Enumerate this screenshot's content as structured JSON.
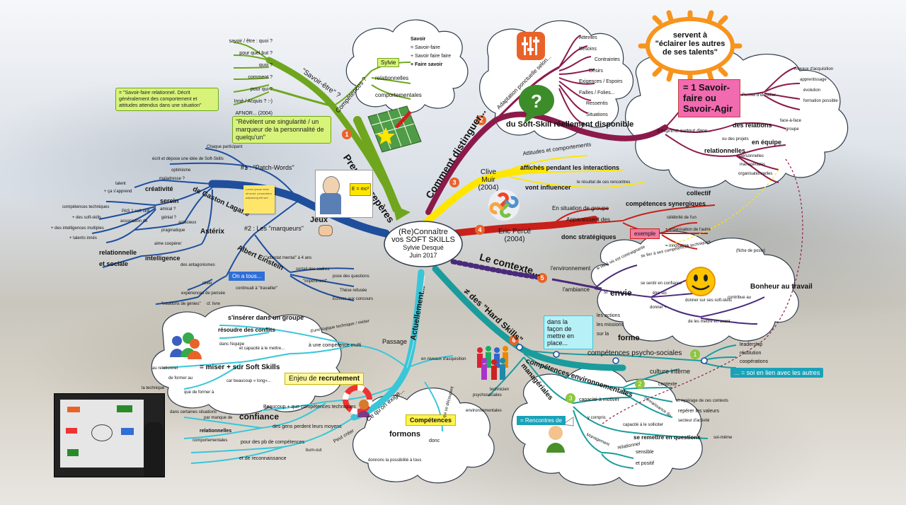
{
  "center": {
    "line1": "(Re)Connaître",
    "line2": "vos SOFT SKILLS",
    "author": "Sylvie Desqué",
    "date": "Juin 2017"
  },
  "callouts": {
    "sun": "servent à\n\"éclairer les autres\nde ses talents\"",
    "savoir_faire": "= 1 Savoir-\nfaire ou\nSavoir-Agir",
    "definition": "= \"Savoir-faire relationnel. Décrit généralement des comportement et attitudes attendus dans une situation\"",
    "revelent": "\"Révèlent une singularité / un marqueur de la personnalité de quelqu'un\"",
    "facon": "dans la\nfaçon de\nmettre en\nplace...",
    "soi_lien": "... = soi en lien avec les autres",
    "recrutement_pre": "Enjeu de",
    "recrutement": "recrutement",
    "competences": "Compétences",
    "on_a_tous": "On a tous...",
    "exemple": "exemple",
    "rencontres": "= Rencontres de",
    "sylvie": "Sylvie",
    "miser": "= miser + sur Soft Skills"
  },
  "branches": {
    "premiers_reperes": "Premiers repères",
    "comment_distinguer": "Comment distinguer...",
    "contexte": "Le contexte...",
    "hard_skills": "≠ des \"Hard Skills\"",
    "actuellement": "Actuellement...",
    "jeux": "Jeux",
    "savoir_etre": "\"Savoir-être\" ?",
    "competences_q": "Compétences ?",
    "clive": "Clive Muir (2004)",
    "eric": "Eric Percé (2004)",
    "soft_skill_dispo": "du Soft-Skill réellement disponible",
    "adaptation": "Adaptation ponctuelle selon...",
    "patch_words": "#1 : \"Patch-Words\"",
    "marqueurs": "#2 : Les \"marqueurs\"",
    "gaston": "de Gaston Lagaffe",
    "asterix": "Astérix",
    "einstein": "Albert Einstein",
    "passage": "Passage",
    "quon_exige": "Ce qu'on exige...",
    "formons": "formons",
    "psycho": "compétences psycho-sociales",
    "environnementales": "compétences environnementales",
    "manageriales": "managériales",
    "forme": "forme",
    "culture": "culture interne",
    "envie": "envie",
    "bonheur": "Bonheur au travail",
    "confiance": "confiance",
    "synergiques": "compétences synergiques",
    "strategiques": "donc stratégiques",
    "interactions": "affichés pendant les interactions",
    "influencer": "vont influencer",
    "equipe": "en équipe",
    "relations": "des relations",
    "relationnelles": "relationnelles",
    "collectif": "collectif"
  },
  "leaves_green": [
    "savoir / être : quoi ?",
    "pour quel but ?",
    "quoi ?",
    "comment ?",
    "pour qui ?",
    "Inné / Acquis ? :-)",
    "AFNOR... (2004)"
  ],
  "leaves_cloud_top": [
    "Savoir",
    "= Savoir-faire",
    "+ Savoir faire faire",
    "+ Faire savoir",
    "relationnelles",
    "comportementales"
  ],
  "leaves_maroon": [
    "Attentes",
    "Besoins",
    "Contraintes",
    "Désirs",
    "Exigences / Espoirs",
    "Failles / Folies...",
    "Ressentis",
    "Situations"
  ],
  "leaves_right": [
    "Permet d'identifier",
    "niveaux d'acquisition",
    "apprentissage",
    "évolution",
    "formation possible",
    "face-à-face",
    "groupe",
    "ou des projets",
    "personnelles",
    "managériales",
    "organisationnelles",
    "S'exprime surtout dans..."
  ],
  "leaves_blue": [
    "créativité",
    "serein",
    "talent",
    "+ ça s'apprend",
    "maladresse ?",
    "amical ?",
    "génial ?",
    "PAS 1 soft skill",
    "compétences techniques",
    "association de",
    "+ des soft-skills",
    "+ des intelligences multiples",
    "+ talents innés",
    "pragmatique",
    "astucieux",
    "aime coopérer",
    "relationnelle",
    "et sociale",
    "intelligence",
    "optimisme",
    "écrit et dépose une idée de Soft-Skills",
    "Chaque participant",
    "des antagonismes",
    "\"attentat mental\" à 4 ans",
    "sortait des cadres",
    "pose des questions",
    "\"Impertinent\"",
    "Thèse refusée",
    "Echecs aux concours",
    "rêver",
    "expériences de pensée",
    "continuait à \"travailler\"",
    "\"intuitions de génies\"",
    "cf. livre"
  ],
  "leaves_cyan": [
    "s'insérer dans un groupe",
    "résoudre des conflits",
    "d'une logique technique / métier",
    "dans l'équipe",
    "et capacité à le mettre...",
    "à une compétence multi",
    "au relationnel",
    "de former au",
    "car beaucoup « long»...",
    "la technique",
    "que de former à",
    "Beaucoup + que compétences techniques",
    "dans certaines situations",
    "par manque de",
    "des gens perdent leurs moyens",
    "relationnelles",
    "comportementales",
    "pour des pb de compétences",
    "et de reconnaissance",
    "burn-out",
    "Peut créer",
    "en niveaux d'acquisition",
    "qui se découpent",
    "donc",
    "donnons la possibilité à tous"
  ],
  "leaves_red": [
    "En situation de groupe",
    "Apparaissent des",
    "célébrité de l'un",
    "+ organisation de l'autre",
    "= innovation"
  ],
  "leaves_yellow": [
    "Attitudes et comportements",
    "le résultat de ces rencontres"
  ],
  "leaves_purple": [
    "l'environnement",
    "l'ambiance",
    "si vis à vis est contraignante",
    "se fier à ses compétences techniques",
    "(fiche de poste)",
    "se sentir en confiance",
    "être soi",
    "donner +",
    "donner sur ses soft-skills",
    "contribue au",
    "de les mettre en avant",
    "si"
  ],
  "leaves_teal": [
    "les actions",
    "les missions",
    "sur la",
    "leadership",
    "résolution",
    "coopérations",
    "technicien",
    "psychosociales",
    "environnementales",
    "contexte",
    "et repérage de ces contexts",
    "repérer les valeurs",
    "secteur d'activité",
    "connaissance du",
    "capacité à motiver",
    "y compris",
    "se remettre en questions",
    "soi-même",
    "Management",
    "relationnel",
    "sensible",
    "et positif",
    "capacité à le solliciter"
  ],
  "badges": [
    "1",
    "2",
    "3",
    "4",
    "5",
    "6"
  ],
  "nums_hard": [
    "1",
    "2",
    "3"
  ],
  "sticky_note": "Lorem ipsum dolor sit amet, consectetur adipiscing elit sed",
  "board_text": "E = mc²",
  "colors": {
    "green": "#6fa61e",
    "maroon": "#8b1a4a",
    "blue": "#1f4e9c",
    "cyan": "#39c6d8",
    "teal": "#1a9c9c",
    "purple": "#4a2a7a",
    "red": "#c8201a",
    "yellow": "#ffe600",
    "orange": "#e8632a"
  }
}
